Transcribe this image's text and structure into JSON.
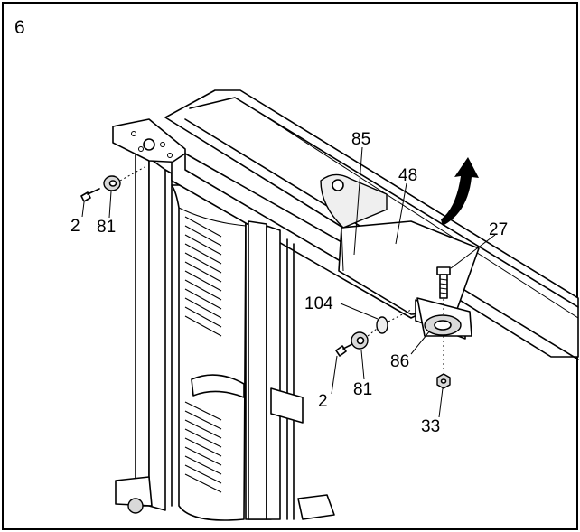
{
  "step_number": "6",
  "parts": {
    "p85": "85",
    "p48": "48",
    "p27": "27",
    "p104": "104",
    "p86": "86",
    "p33": "33",
    "p2_left": "2",
    "p81_left": "81",
    "p2_center": "2",
    "p81_center": "81"
  },
  "icons": {
    "rotation_arrow": "curved-arrow-up-icon"
  },
  "colors": {
    "line": "#000000",
    "background": "#ffffff",
    "shading": "#d9d9d9"
  }
}
